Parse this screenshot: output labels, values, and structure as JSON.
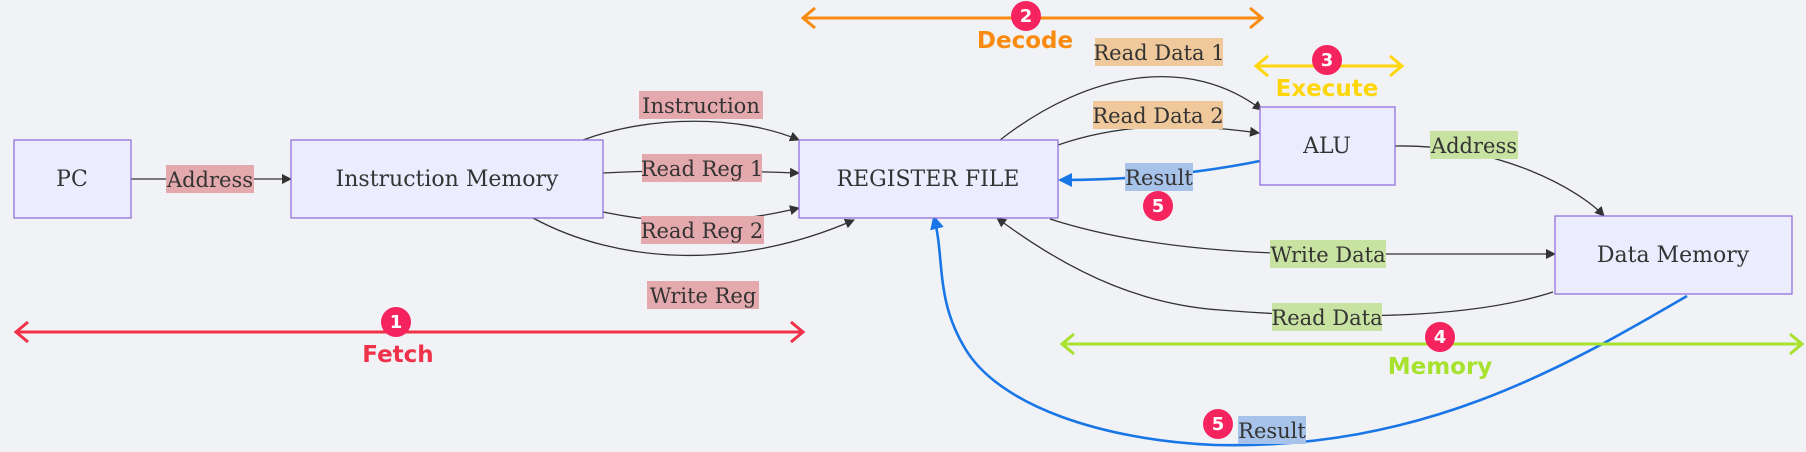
{
  "nodes": {
    "pc": "PC",
    "imem": "Instruction Memory",
    "regfile": "REGISTER FILE",
    "alu": "ALU",
    "dmem": "Data Memory"
  },
  "edges": {
    "address_fetch": "Address",
    "instruction": "Instruction",
    "read_reg_1": "Read Reg 1",
    "read_reg_2": "Read Reg 2",
    "write_reg": "Write Reg",
    "read_data_1": "Read Data 1",
    "read_data_2": "Read Data 2",
    "result_alu": "Result",
    "address_mem": "Address",
    "write_data": "Write Data",
    "read_data": "Read Data",
    "result_mem": "Result"
  },
  "stages": {
    "fetch": {
      "number": "1",
      "title": "Fetch",
      "color": "#f0314a"
    },
    "decode": {
      "number": "2",
      "title": "Decode",
      "color": "#f98b10"
    },
    "execute": {
      "number": "3",
      "title": "Execute",
      "color": "#ffd60c"
    },
    "memory": {
      "number": "4",
      "title": "Memory",
      "color": "#a7e22e"
    }
  },
  "writeback_badges": {
    "alu": "5",
    "mem": "5"
  },
  "colors": {
    "node_fill": "#ececff",
    "node_stroke": "#9370db",
    "label_red": "#e4a9ad",
    "label_orange": "#efc99b",
    "label_green": "#c8e2a1",
    "label_blue": "#a8c3ea",
    "writeback_blue": "#1976e6",
    "badge_pink": "#f5235e"
  }
}
